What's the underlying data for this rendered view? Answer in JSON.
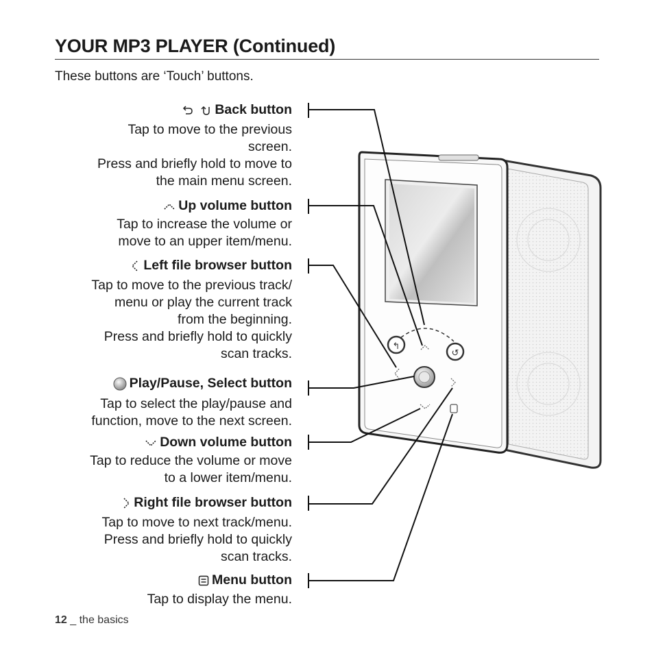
{
  "header": {
    "title": "YOUR MP3 PLAYER (Continued)"
  },
  "intro": "These buttons are ‘Touch’ buttons.",
  "buttons": [
    {
      "name": "Back button",
      "icon": "back-icon",
      "lines": [
        "Tap to move to the previous",
        "screen.",
        "Press and briefly hold to move to",
        "the main menu screen."
      ]
    },
    {
      "name": "Up volume button",
      "icon": "up-volume-icon",
      "lines": [
        "Tap to increase the volume or",
        "move to an upper item/menu."
      ]
    },
    {
      "name": "Left file browser button",
      "icon": "left-arrow-icon",
      "lines": [
        "Tap to move to the previous track/",
        "menu or play the current track",
        "from the beginning.",
        "Press and briefly hold to quickly",
        "scan tracks."
      ]
    },
    {
      "name": "Play/Pause, Select button",
      "icon": "play-pause-icon",
      "lines": [
        "Tap to select the play/pause and",
        "function, move to the next screen."
      ]
    },
    {
      "name": "Down volume button",
      "icon": "down-volume-icon",
      "lines": [
        "Tap to reduce the volume or move",
        "to a lower item/menu."
      ]
    },
    {
      "name": "Right file browser button",
      "icon": "right-arrow-icon",
      "lines": [
        "Tap to move to next track/menu.",
        "Press and briefly hold to quickly",
        "scan tracks."
      ]
    },
    {
      "name": "Menu button",
      "icon": "menu-icon",
      "lines": [
        "Tap to display the menu."
      ]
    }
  ],
  "footer": {
    "page_number": "12",
    "separator": " _ ",
    "section": "the basics"
  }
}
